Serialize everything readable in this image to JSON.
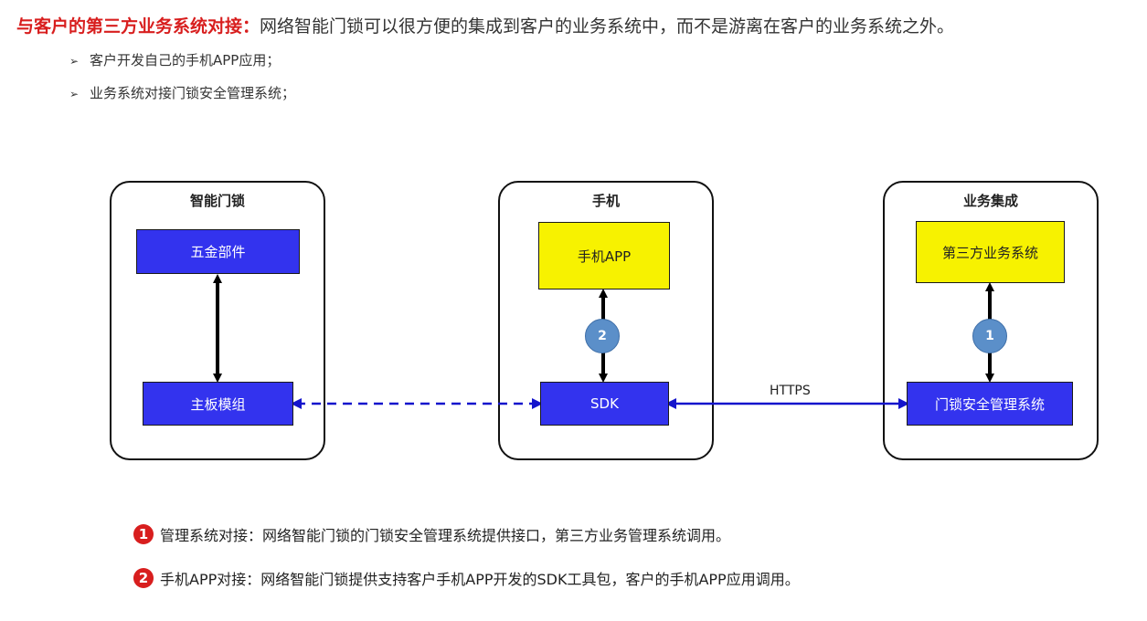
{
  "headline": {
    "lead": "与客户的第三方业务系统对接：",
    "rest": "网络智能门锁可以很方便的集成到客户的业务系统中，而不是游离在客户的业务系统之外。"
  },
  "bullets": [
    {
      "marker": "➢",
      "text": "客户开发自己的手机APP应用；"
    },
    {
      "marker": "➢",
      "text": "业务系统对接门锁安全管理系统；"
    }
  ],
  "panels": {
    "lock": {
      "title": "智能门锁",
      "hardware": "五金部件",
      "mainboard": "主板模组"
    },
    "phone": {
      "title": "手机",
      "app": "手机APP",
      "sdk": "SDK",
      "badge": "2"
    },
    "business": {
      "title": "业务集成",
      "third_party": "第三方业务系统",
      "security": "门锁安全管理系统",
      "badge": "1"
    }
  },
  "link_label": "HTTPS",
  "notes": [
    {
      "num": "1",
      "text": "管理系统对接：网络智能门锁的门锁安全管理系统提供接口，第三方业务管理系统调用。"
    },
    {
      "num": "2",
      "text": "手机APP对接：网络智能门锁提供支持客户手机APP开发的SDK工具包，客户的手机APP应用调用。"
    }
  ],
  "colors": {
    "accent_red": "#d81e1e",
    "node_blue": "#3333ee",
    "node_yellow": "#f7f200",
    "badge_blue": "#5b8fc9",
    "link_blue": "#1414cc"
  }
}
